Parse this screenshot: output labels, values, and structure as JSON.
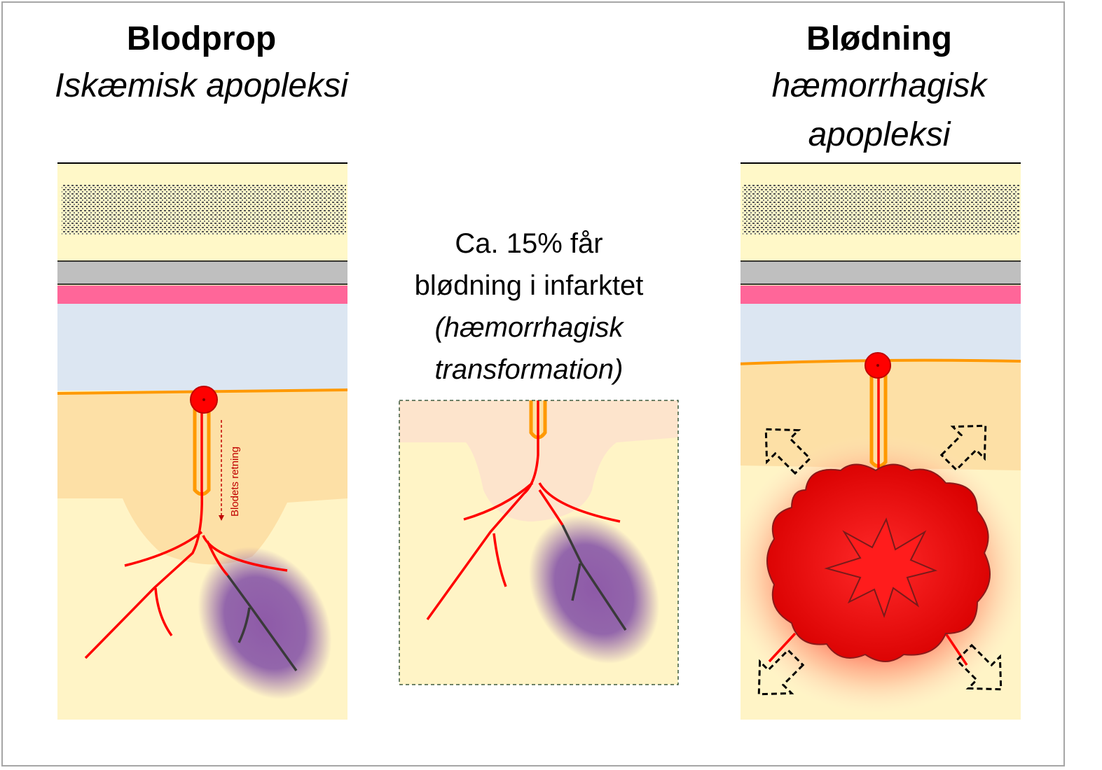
{
  "left": {
    "title": "Blodprop",
    "subtitle": "Iskæmisk apopleksi",
    "arrow_label": "Blodets retning"
  },
  "middle": {
    "line1": "Ca. 15% får",
    "line2": "blødning i infarktet",
    "line3": "(hæmorrhagisk",
    "line4": "transformation)"
  },
  "right": {
    "title": "Blødning",
    "subtitle_line1": "hæmorrhagisk",
    "subtitle_line2": "apopleksi"
  },
  "colors": {
    "scalp": "#fff8c8",
    "bone": "#bfbfbf",
    "dura": "#ff6699",
    "csf": "#dce6f2",
    "cortex": "#fde0a6",
    "white_matter": "#fff4c6",
    "vessel": "#ff0000",
    "infarct": "#8e5aa8",
    "bleed": "#e00000"
  }
}
